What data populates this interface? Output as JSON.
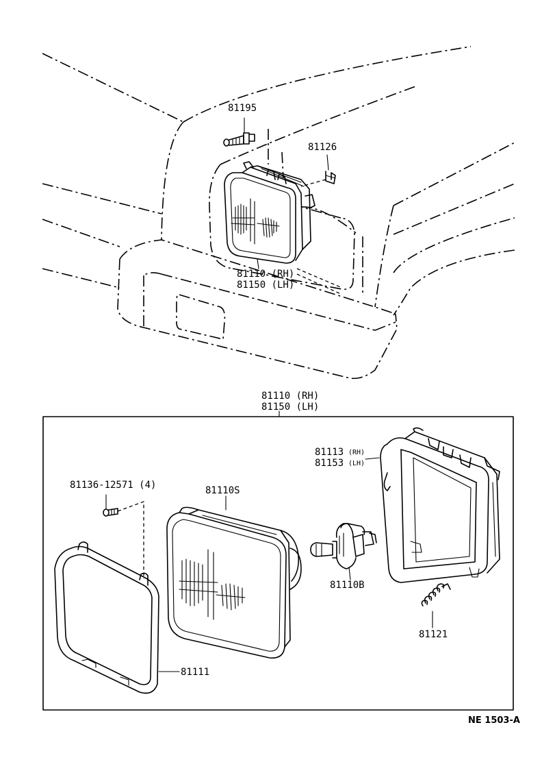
{
  "labels": {
    "bolt_upper": "81195",
    "clip_upper": "81126",
    "unit_upper_rh": "81110 (RH)",
    "unit_upper_lh": "81150 (LH)",
    "unit_box_rh": "81110 (RH)",
    "unit_box_lh": "81150 (LH)",
    "housing_rh_num": "81113",
    "housing_rh_tag": "(RH)",
    "housing_lh_num": "81153",
    "housing_lh_tag": "(LH)",
    "screw": "81136-12571 (4)",
    "sealed_beam": "81110S",
    "bulb": "81110B",
    "spring": "81121",
    "rim": "81111",
    "figure_code": "NE  1503-A"
  }
}
